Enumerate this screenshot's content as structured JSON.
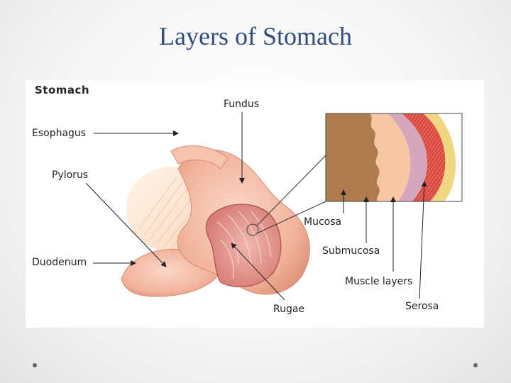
{
  "slide": {
    "title": "Layers of Stomach"
  },
  "diagram": {
    "title": "Stomach",
    "labels": {
      "fundus": "Fundus",
      "esophagus": "Esophagus",
      "pylorus": "Pylorus",
      "duodenum": "Duodenum",
      "mucosa": "Mucosa",
      "submucosa": "Submucosa",
      "muscle_layers": "Muscle layers",
      "serosa": "Serosa",
      "rugae": "Rugae"
    },
    "colors": {
      "title": "#2e4d7d",
      "mucosa": "#b07a4f",
      "submucosa": "#d6a6bd",
      "muscle": "#d9483e",
      "serosa": "#f0d882",
      "stomach": "#f2b8a2"
    }
  }
}
